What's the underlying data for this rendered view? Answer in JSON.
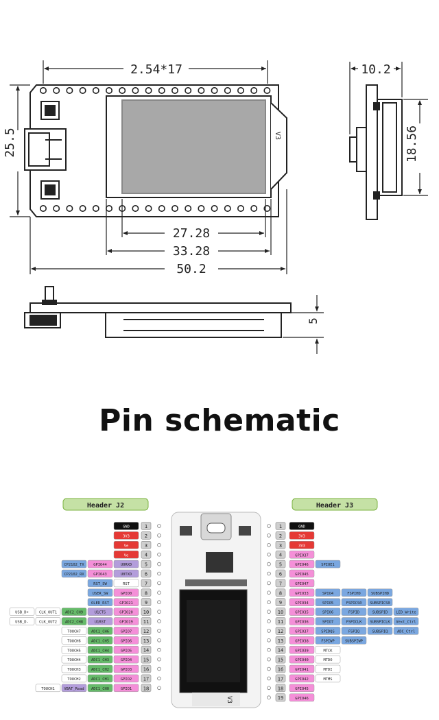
{
  "dimensions": {
    "pitch": "2.54*17",
    "height": "25.5",
    "side_width": "10.2",
    "side_height": "18.56",
    "screen_width": "27.28",
    "screen_frame_width": "33.28",
    "board_length": "50.2",
    "thickness": "5",
    "board_version": "V3"
  },
  "schematic_title": "Pin schematic",
  "header_j2": {
    "title": "Header J2",
    "pins": [
      {
        "num": "1",
        "labels": [
          {
            "t": "GND",
            "c": "#111111"
          }
        ]
      },
      {
        "num": "2",
        "labels": [
          {
            "t": "3V3",
            "c": "#e53935"
          }
        ]
      },
      {
        "num": "3",
        "labels": [
          {
            "t": "Ve",
            "c": "#e53935"
          }
        ]
      },
      {
        "num": "4",
        "labels": [
          {
            "t": "Ve",
            "c": "#e53935"
          }
        ]
      },
      {
        "num": "5",
        "labels": [
          {
            "t": "CP2102_TX",
            "c": "#7aa7e0"
          },
          {
            "t": "GPIO44",
            "c": "#f48fd8"
          },
          {
            "t": "U0RXD",
            "c": "#b39ddb"
          }
        ]
      },
      {
        "num": "6",
        "labels": [
          {
            "t": "CP2102_RX",
            "c": "#7aa7e0"
          },
          {
            "t": "GPIO43",
            "c": "#f48fd8"
          },
          {
            "t": "U0TXD",
            "c": "#b39ddb"
          }
        ]
      },
      {
        "num": "7",
        "labels": [
          {
            "t": "RST_SW",
            "c": "#7aa7e0"
          },
          {
            "t": "RST",
            "c": "#ffffff"
          }
        ]
      },
      {
        "num": "8",
        "labels": [
          {
            "t": "USER_SW",
            "c": "#7aa7e0"
          },
          {
            "t": "GPIO0",
            "c": "#f48fd8"
          }
        ]
      },
      {
        "num": "9",
        "labels": [
          {
            "t": "OLED_RST",
            "c": "#7aa7e0"
          },
          {
            "t": "GPIO21",
            "c": "#f48fd8"
          }
        ]
      },
      {
        "num": "10",
        "labels": [
          {
            "t": "USB_D+",
            "c": "#ffffff"
          },
          {
            "t": "CLK_OUT1",
            "c": "#ffffff"
          },
          {
            "t": "ADC2_CH9",
            "c": "#66bb6a"
          },
          {
            "t": "U1CTS",
            "c": "#b39ddb"
          },
          {
            "t": "GPIO20",
            "c": "#f48fd8"
          }
        ]
      },
      {
        "num": "11",
        "labels": [
          {
            "t": "USB_D-",
            "c": "#ffffff"
          },
          {
            "t": "CLK_OUT2",
            "c": "#ffffff"
          },
          {
            "t": "ADC2_CH8",
            "c": "#66bb6a"
          },
          {
            "t": "U1RST",
            "c": "#b39ddb"
          },
          {
            "t": "GPIO19",
            "c": "#f48fd8"
          }
        ]
      },
      {
        "num": "12",
        "labels": [
          {
            "t": "TOUCH7",
            "c": "#ffffff"
          },
          {
            "t": "ADC1_CH6",
            "c": "#66bb6a"
          },
          {
            "t": "GPIO7",
            "c": "#f48fd8"
          }
        ]
      },
      {
        "num": "13",
        "labels": [
          {
            "t": "TOUCH6",
            "c": "#ffffff"
          },
          {
            "t": "ADC1_CH5",
            "c": "#66bb6a"
          },
          {
            "t": "GPIO6",
            "c": "#f48fd8"
          }
        ]
      },
      {
        "num": "14",
        "labels": [
          {
            "t": "TOUCH5",
            "c": "#ffffff"
          },
          {
            "t": "ADC1_CH4",
            "c": "#66bb6a"
          },
          {
            "t": "GPIO5",
            "c": "#f48fd8"
          }
        ]
      },
      {
        "num": "15",
        "labels": [
          {
            "t": "TOUCH4",
            "c": "#ffffff"
          },
          {
            "t": "ADC1_CH3",
            "c": "#66bb6a"
          },
          {
            "t": "GPIO4",
            "c": "#f48fd8"
          }
        ]
      },
      {
        "num": "16",
        "labels": [
          {
            "t": "TOUCH3",
            "c": "#ffffff"
          },
          {
            "t": "ADC1_CH2",
            "c": "#66bb6a"
          },
          {
            "t": "GPIO3",
            "c": "#f48fd8"
          }
        ]
      },
      {
        "num": "17",
        "labels": [
          {
            "t": "TOUCH2",
            "c": "#ffffff"
          },
          {
            "t": "ADC1_CH1",
            "c": "#66bb6a"
          },
          {
            "t": "GPIO2",
            "c": "#f48fd8"
          }
        ]
      },
      {
        "num": "18",
        "labels": [
          {
            "t": "TOUCH1",
            "c": "#ffffff"
          },
          {
            "t": "VBAT_Read",
            "c": "#b39ddb"
          },
          {
            "t": "ADC1_CH0",
            "c": "#66bb6a"
          },
          {
            "t": "GPIO1",
            "c": "#f48fd8"
          }
        ]
      }
    ]
  },
  "header_j3": {
    "title": "Header J3",
    "pins": [
      {
        "num": "1",
        "labels": [
          {
            "t": "GND",
            "c": "#111111"
          }
        ]
      },
      {
        "num": "2",
        "labels": [
          {
            "t": "3V3",
            "c": "#e53935"
          }
        ]
      },
      {
        "num": "3",
        "labels": [
          {
            "t": "3V3",
            "c": "#e53935"
          }
        ]
      },
      {
        "num": "4",
        "labels": [
          {
            "t": "GPIO37",
            "c": "#f48fd8"
          }
        ]
      },
      {
        "num": "5",
        "labels": [
          {
            "t": "GPIO46",
            "c": "#f48fd8"
          },
          {
            "t": "SPIOE1",
            "c": "#7aa7e0"
          }
        ]
      },
      {
        "num": "6",
        "labels": [
          {
            "t": "GPIO45",
            "c": "#f48fd8"
          }
        ]
      },
      {
        "num": "7",
        "labels": [
          {
            "t": "GPIO47",
            "c": "#f48fd8"
          }
        ]
      },
      {
        "num": "8",
        "labels": [
          {
            "t": "GPIO33",
            "c": "#f48fd8"
          },
          {
            "t": "SPIO4",
            "c": "#7aa7e0"
          },
          {
            "t": "FSPIHD",
            "c": "#7aa7e0"
          },
          {
            "t": "SUBSPIHD",
            "c": "#7aa7e0"
          }
        ]
      },
      {
        "num": "9",
        "labels": [
          {
            "t": "GPIO34",
            "c": "#f48fd8"
          },
          {
            "t": "SPIO5",
            "c": "#7aa7e0"
          },
          {
            "t": "FSPICS0",
            "c": "#7aa7e0"
          },
          {
            "t": "SUBSPICS0",
            "c": "#7aa7e0"
          }
        ]
      },
      {
        "num": "10",
        "labels": [
          {
            "t": "GPIO35",
            "c": "#f48fd8"
          },
          {
            "t": "SPIO6",
            "c": "#7aa7e0"
          },
          {
            "t": "FSPID",
            "c": "#7aa7e0"
          },
          {
            "t": "SUBSPID",
            "c": "#7aa7e0"
          },
          {
            "t": "LED_Write",
            "c": "#7aa7e0"
          }
        ]
      },
      {
        "num": "11",
        "labels": [
          {
            "t": "GPIO36",
            "c": "#f48fd8"
          },
          {
            "t": "SPIO7",
            "c": "#7aa7e0"
          },
          {
            "t": "FSPICLK",
            "c": "#7aa7e0"
          },
          {
            "t": "SUBSPICLK",
            "c": "#7aa7e0"
          },
          {
            "t": "Vext_Ctrl",
            "c": "#7aa7e0"
          }
        ]
      },
      {
        "num": "12",
        "labels": [
          {
            "t": "GPIO37",
            "c": "#f48fd8"
          },
          {
            "t": "SPIDQS",
            "c": "#7aa7e0"
          },
          {
            "t": "FSPIQ",
            "c": "#7aa7e0"
          },
          {
            "t": "SUBSPIQ",
            "c": "#7aa7e0"
          },
          {
            "t": "ADC_Ctrl",
            "c": "#7aa7e0"
          }
        ]
      },
      {
        "num": "13",
        "labels": [
          {
            "t": "GPIO38",
            "c": "#f48fd8"
          },
          {
            "t": "FSPIWP",
            "c": "#7aa7e0"
          },
          {
            "t": "SUBSPIWP",
            "c": "#7aa7e0"
          }
        ]
      },
      {
        "num": "14",
        "labels": [
          {
            "t": "GPIO39",
            "c": "#f48fd8"
          },
          {
            "t": "MTCK",
            "c": "#ffffff"
          }
        ]
      },
      {
        "num": "15",
        "labels": [
          {
            "t": "GPIO40",
            "c": "#f48fd8"
          },
          {
            "t": "MTDO",
            "c": "#ffffff"
          }
        ]
      },
      {
        "num": "16",
        "labels": [
          {
            "t": "GPIO41",
            "c": "#f48fd8"
          },
          {
            "t": "MTDI",
            "c": "#ffffff"
          }
        ]
      },
      {
        "num": "17",
        "labels": [
          {
            "t": "GPIO42",
            "c": "#f48fd8"
          },
          {
            "t": "MTMS",
            "c": "#ffffff"
          }
        ]
      },
      {
        "num": "18",
        "labels": [
          {
            "t": "GPIO45",
            "c": "#f48fd8"
          }
        ]
      },
      {
        "num": "19",
        "labels": [
          {
            "t": "GPIO46",
            "c": "#f48fd8"
          }
        ]
      }
    ]
  }
}
